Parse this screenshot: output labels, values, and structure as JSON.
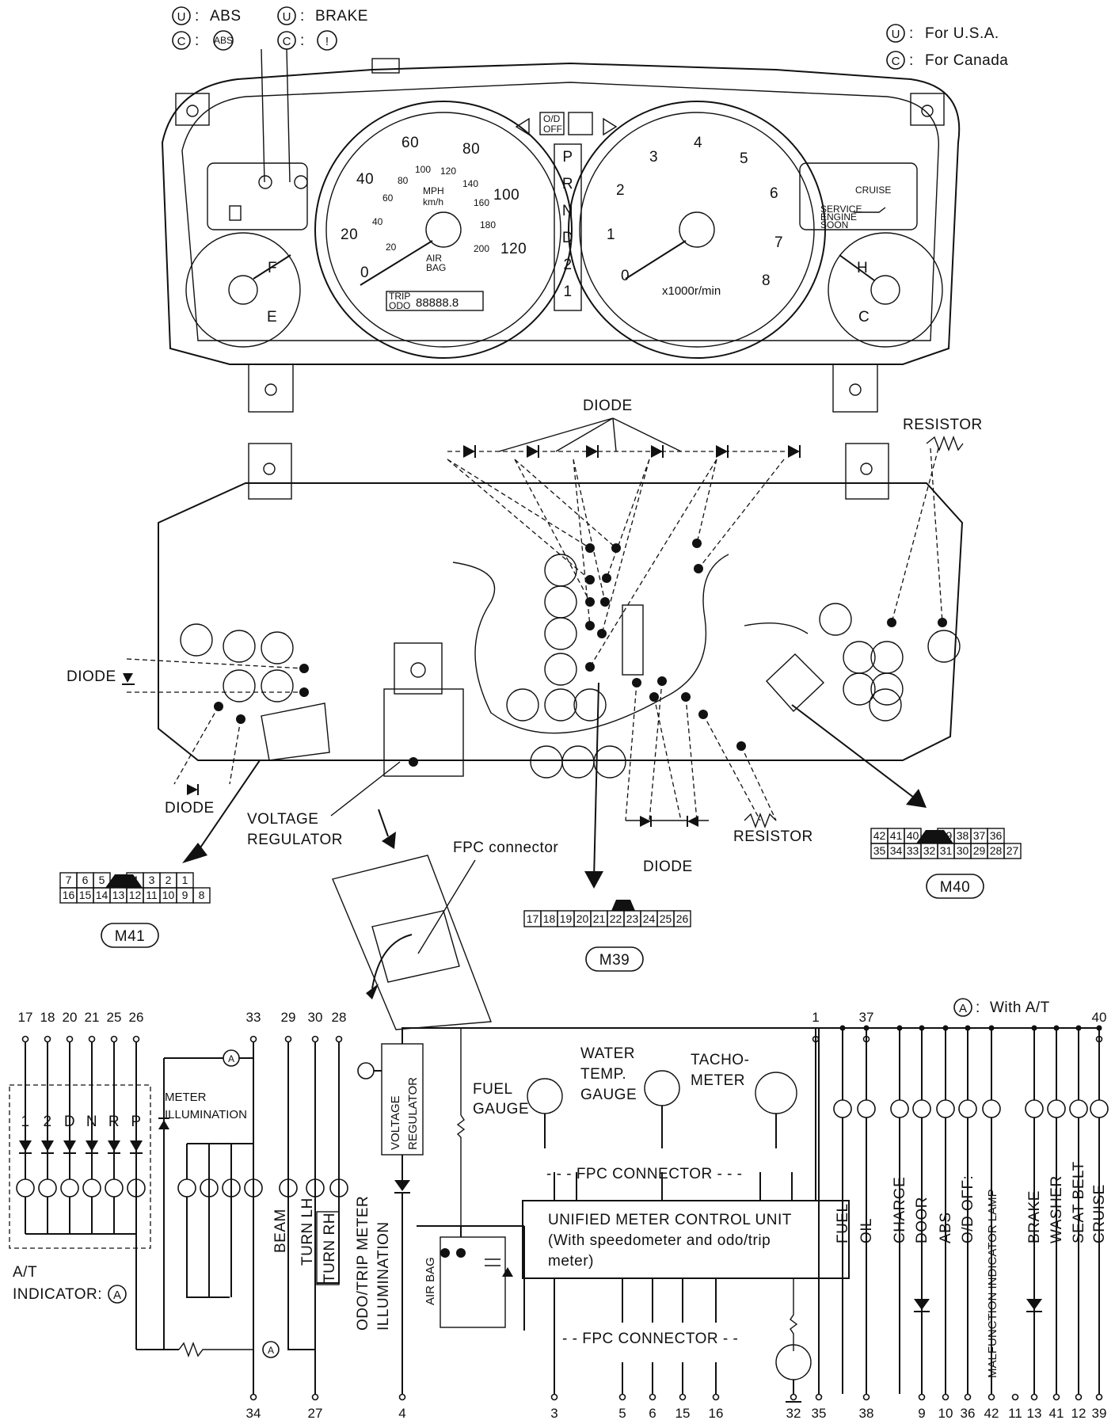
{
  "legend": {
    "abs_us": "ABS",
    "brake_us": "BRAKE",
    "usa": "For U.S.A.",
    "canada": "For Canada",
    "code_u": "U",
    "code_c": "C",
    "with_at": "With A/T",
    "code_a": "A"
  },
  "cluster": {
    "speedo_numbers": [
      "0",
      "20",
      "40",
      "60",
      "80",
      "100",
      "120"
    ],
    "kmh_numbers": [
      "20",
      "40",
      "60",
      "80",
      "100",
      "120",
      "140",
      "160",
      "180",
      "200"
    ],
    "mph": "MPH",
    "kmh": "km/h",
    "airbag_line1": "AIR",
    "airbag_line2": "BAG",
    "trip": "TRIP",
    "odo": "ODO",
    "odo_value": "88888.8",
    "od_off_line1": "O/D",
    "od_off_line2": "OFF",
    "gear": [
      "P",
      "R",
      "N",
      "D",
      "2",
      "1"
    ],
    "tacho_numbers": [
      "0",
      "1",
      "2",
      "3",
      "4",
      "5",
      "6",
      "7",
      "8"
    ],
    "tacho_unit": "x1000r/min",
    "fuel_f": "F",
    "fuel_e": "E",
    "temp_h": "H",
    "temp_c": "C",
    "cruise": "CRUISE",
    "service_engine_soon": [
      "SERVICE",
      "ENGINE",
      "SOON"
    ]
  },
  "labels": {
    "diode_top": "DIODE",
    "resistor_top": "RESISTOR",
    "diode_left": "DIODE",
    "diode_bottom_left": "DIODE",
    "voltage_regulator": [
      "VOLTAGE",
      "REGULATOR"
    ],
    "fpc_connector": "FPC connector",
    "resistor_bottom": "RESISTOR",
    "diode_bottom": "DIODE"
  },
  "connectors": {
    "m41": {
      "name": "M41",
      "top": [
        "7",
        "6",
        "5",
        "",
        "4",
        "3",
        "2",
        "1"
      ],
      "bottom": [
        "16",
        "15",
        "14",
        "13",
        "12",
        "11",
        "10",
        "9",
        "8"
      ]
    },
    "m39": {
      "name": "M39",
      "row": [
        "17",
        "18",
        "19",
        "20",
        "21",
        "22",
        "23",
        "24",
        "25",
        "26"
      ]
    },
    "m40": {
      "name": "M40",
      "top": [
        "42",
        "41",
        "40",
        "",
        "39",
        "38",
        "37",
        "36"
      ],
      "bottom": [
        "35",
        "34",
        "33",
        "32",
        "31",
        "30",
        "29",
        "28",
        "27"
      ]
    }
  },
  "schematic": {
    "top_pins_left": [
      "17",
      "18",
      "20",
      "21",
      "25",
      "26"
    ],
    "top_pins_mid": [
      "33",
      "29",
      "30",
      "28"
    ],
    "top_pins_right": [
      "1",
      "37",
      "40"
    ],
    "at_lamps": [
      "1",
      "2",
      "D",
      "N",
      "R",
      "P"
    ],
    "at_indicator_line1": "A/T",
    "at_indicator_line2": "INDICATOR:",
    "meter_illumination_line1": "METER",
    "meter_illumination_line2": "ILLUMINATION",
    "beam": "BEAM",
    "turn_lh": "TURN LH",
    "turn_rh": "TURN RH",
    "odo_trip_line1": "ODO/TRIP METER",
    "odo_trip_line2": "ILLUMINATION",
    "voltage_regulator_line1": "VOLTAGE",
    "voltage_regulator_line2": "REGULATOR",
    "fuel_gauge_line1": "FUEL",
    "fuel_gauge_line2": "GAUGE",
    "water_temp_line1": "WATER",
    "water_temp_line2": "TEMP.",
    "water_temp_line3": "GAUGE",
    "tacho_line1": "TACHO-",
    "tacho_line2": "METER",
    "fpc_connector_upper": "- - - FPC CONNECTOR - - -",
    "fpc_connector_lower": "- - FPC CONNECTOR - -",
    "unit_line1": "UNIFIED METER CONTROL UNIT",
    "unit_line2": "(With speedometer and odo/trip",
    "unit_line3": "meter)",
    "air_bag": "AIR BAG",
    "warning_lamps": [
      "FUEL",
      "OIL",
      "CHARGE",
      "DOOR",
      "ABS",
      "O/D OFF:",
      "MALFUNCTION INDICATOR LAMP",
      "BRAKE",
      "WASHER",
      "SEAT BELT",
      "CRUISE"
    ],
    "bottom_pins": [
      "34",
      "27",
      "4",
      "3",
      "5",
      "6",
      "15",
      "16",
      "32",
      "35",
      "38",
      "9",
      "10",
      "36",
      "42",
      "11",
      "13",
      "41",
      "12",
      "39"
    ]
  }
}
